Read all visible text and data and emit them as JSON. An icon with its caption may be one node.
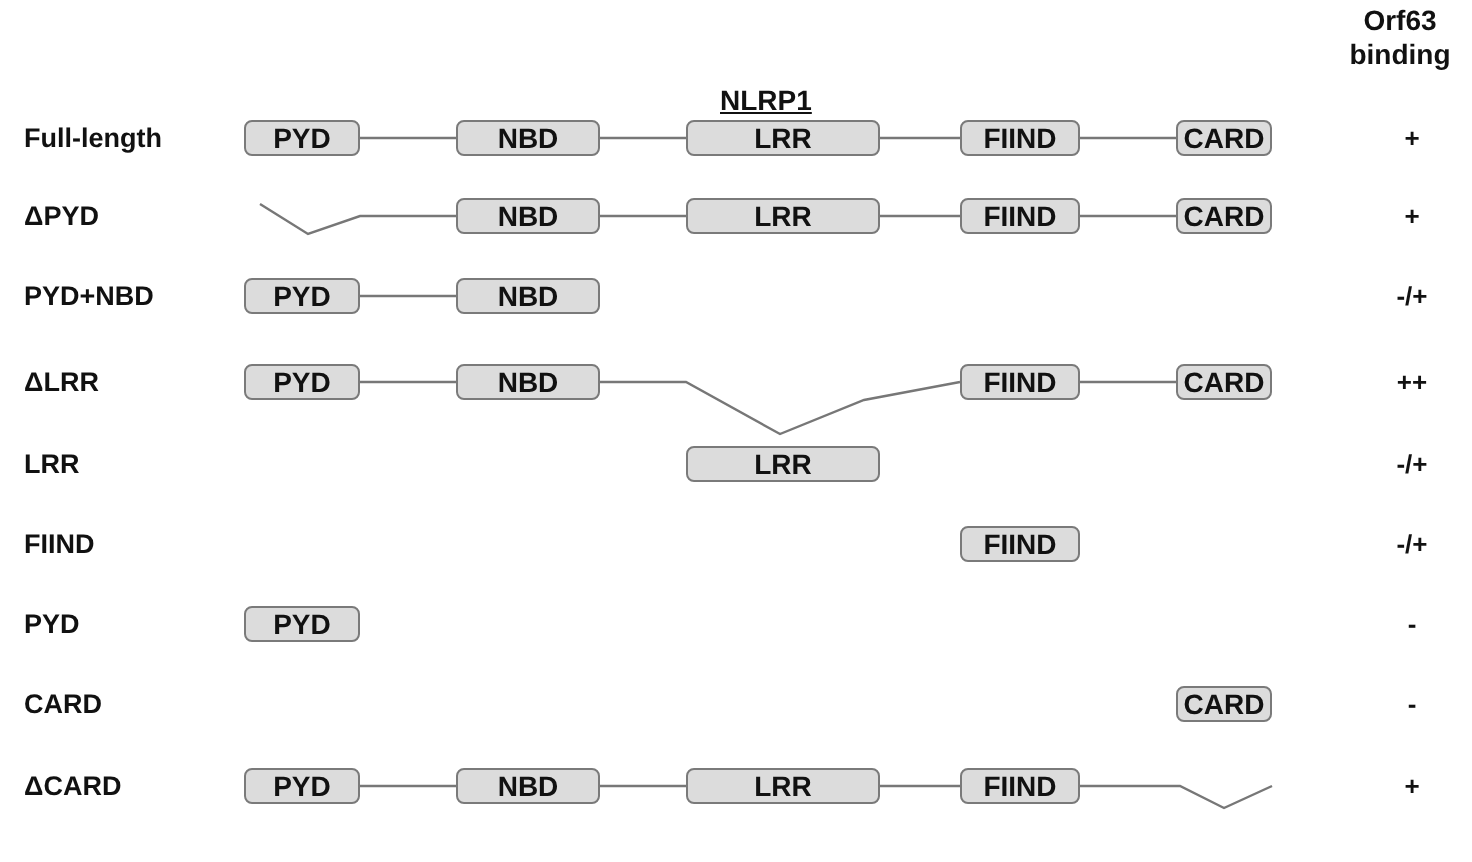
{
  "diagram": {
    "title": "NLRP1",
    "nodes": [
      {
        "text": [
          "PYD"
        ]
      },
      {
        "text": [
          "NBD"
        ]
      },
      {
        "text": [
          "LRR"
        ]
      },
      {
        "text": [
          "FIIND"
        ]
      },
      {
        "text": [
          "CARD"
        ]
      },
      {
        "text": [
          "NBD"
        ]
      },
      {
        "text": [
          "LRR"
        ]
      },
      {
        "text": [
          "FIIND"
        ]
      },
      {
        "text": [
          "CARD"
        ]
      },
      {
        "text": [
          "PYD"
        ]
      },
      {
        "text": [
          "NBD"
        ]
      },
      {
        "text": [
          "PYD"
        ]
      },
      {
        "text": [
          "NBD"
        ]
      },
      {
        "text": [
          "FIIND"
        ]
      },
      {
        "text": [
          "CARD"
        ]
      },
      {
        "text": [
          "LRR"
        ]
      },
      {
        "text": [
          "FIIND"
        ]
      },
      {
        "text": [
          "PYD"
        ]
      },
      {
        "text": [
          "CARD"
        ]
      },
      {
        "text": [
          "PYD"
        ]
      },
      {
        "text": [
          "NBD"
        ]
      },
      {
        "text": [
          "LRR"
        ]
      },
      {
        "text": [
          "FIIND"
        ]
      }
    ],
    "edges": [
      {
        "from": 0,
        "to": 1,
        "arrow": "none"
      },
      {
        "from": 1,
        "to": 2,
        "arrow": "none"
      },
      {
        "from": 2,
        "to": 3,
        "arrow": "none"
      },
      {
        "from": 3,
        "to": 4,
        "arrow": "none"
      },
      {
        "from": null,
        "to": 5,
        "arrow": "none"
      },
      {
        "from": 5,
        "to": 6,
        "arrow": "none"
      },
      {
        "from": 6,
        "to": 7,
        "arrow": "none"
      },
      {
        "from": 7,
        "to": 8,
        "arrow": "none"
      },
      {
        "from": 9,
        "to": 10,
        "arrow": "none"
      },
      {
        "from": 11,
        "to": 12,
        "arrow": "none"
      },
      {
        "from": 12,
        "to": 13,
        "arrow": "none"
      },
      {
        "from": 13,
        "to": 14,
        "arrow": "none"
      },
      {
        "from": 19,
        "to": 20,
        "arrow": "none"
      },
      {
        "from": 20,
        "to": 21,
        "arrow": "none"
      },
      {
        "from": 21,
        "to": 22,
        "arrow": "none"
      },
      {
        "from": 22,
        "to": null,
        "arrow": "none"
      }
    ],
    "labels": [
      "Orf63 binding",
      "Full-length",
      "+",
      "ΔPYD",
      "+",
      "PYD+NBD",
      "-/+",
      "ΔLRR",
      "++",
      "LRR",
      "-/+",
      "FIIND",
      "-/+",
      "PYD",
      "-",
      "CARD",
      "-",
      "ΔCARD",
      "+"
    ]
  }
}
